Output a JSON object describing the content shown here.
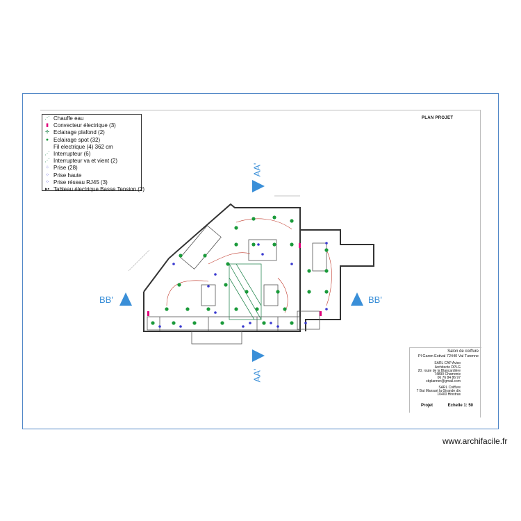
{
  "legend": {
    "items": [
      {
        "symbol": "⋰",
        "color": "#2e8b57",
        "label": "Chauffe eau"
      },
      {
        "symbol": "▮",
        "color": "#e0007a",
        "label": "Convecteur électrique (3)"
      },
      {
        "symbol": "✣",
        "color": "#2e8b57",
        "label": "Eclairage plafond (2)"
      },
      {
        "symbol": "●",
        "color": "#1a9a3a",
        "label": "Eclairage spot (32)"
      },
      {
        "symbol": "",
        "color": "#c0392b",
        "label": "Fil electrique (4) 362 cm"
      },
      {
        "symbol": "⋰",
        "color": "#2e8b57",
        "label": "Interrupteur (6)"
      },
      {
        "symbol": "⋰",
        "color": "#2e8b57",
        "label": "Interrupteur va et vient (2)"
      },
      {
        "symbol": "⁘",
        "color": "#3a3ad0",
        "label": "Prise (28)"
      },
      {
        "symbol": "⁘",
        "color": "#3a3ad0",
        "label": "Prise haute"
      },
      {
        "symbol": "⁘",
        "color": "#3a3ad0",
        "label": "Prise réseau RJ45 (3)"
      },
      {
        "symbol": "▸▪",
        "color": "#222222",
        "label": "Tableau électrique Basse Tension (2)"
      }
    ]
  },
  "plan_title": "PLAN PROJET",
  "sections": {
    "aa_top": "AA'",
    "aa_bottom": "AA'",
    "bb_left": "BB'",
    "bb_right": "BB'"
  },
  "cartouche": {
    "name": "Salon de coiffure",
    "address": "Pl Garon Estival 72440 Val Turenne",
    "line1": "SARL CAP Aviso",
    "line2": "Architecte DPLG",
    "line3": "20, route de la Blancardière",
    "line4": "74890 Chamonix",
    "line5": "06 76 84 86 97",
    "line6": "cbplanner@gmail.com",
    "line7": "SARL Coiffure",
    "line8": "7 Bat Mansart la Girande dix",
    "line9": "10400 Hinstras",
    "projet": "Projet",
    "scale": "Echelle 1: 50"
  },
  "watermark": "www.archifacile.fr",
  "accent_color": "#3a8fd8"
}
